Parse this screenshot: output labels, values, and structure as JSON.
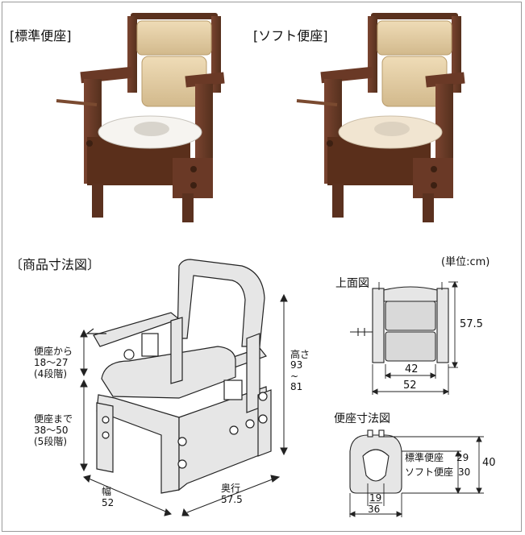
{
  "photos": {
    "standard_label": "[標準便座]",
    "soft_label": "[ソフト便座]"
  },
  "dimensions": {
    "section_title": "〔商品寸法図〕",
    "unit_note": "(単位:cm)",
    "main_view": {
      "arm_height_label": "便座から\n18〜27\n(4段階)",
      "seat_height_label": "便座まで\n38〜50\n(5段階)",
      "height_label": "高さ\n93\n~\n81",
      "width_label": "幅\n52",
      "depth_label": "奥行\n57.5"
    },
    "top_view": {
      "title": "上面図",
      "depth": "57.5",
      "inner_width": "42",
      "outer_width": "52"
    },
    "seat_view": {
      "title": "便座寸法図",
      "standard_seat": "標準便座",
      "standard_value": "29",
      "soft_seat": "ソフト便座",
      "soft_value": "30",
      "total_depth": "40",
      "hole_width": "19",
      "seat_width": "36"
    }
  },
  "colors": {
    "wood": "#6b3a24",
    "wood_dark": "#4a2616",
    "cushion": "#e8d4ad",
    "cushion_dark": "#c9b084",
    "seat_white": "#f4f2ee",
    "seat_soft": "#efe3cf",
    "line": "#222222",
    "drawing_fill": "#e6e6e6"
  }
}
